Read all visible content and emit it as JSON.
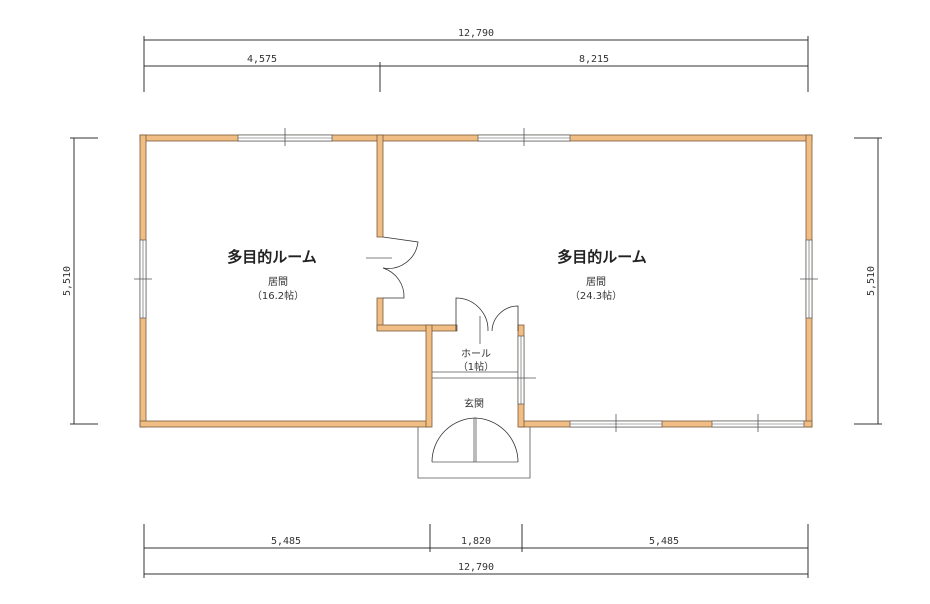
{
  "dimensions": {
    "top_total": "12,790",
    "top_left": "4,575",
    "top_right": "8,215",
    "left_height": "5,510",
    "right_height": "5,510",
    "bottom_left": "5,485",
    "bottom_middle": "1,820",
    "bottom_right": "5,485",
    "bottom_total": "12,790"
  },
  "rooms": {
    "left": {
      "name": "多目的ルーム",
      "sub1": "居間",
      "sub2": "（16.2帖）"
    },
    "right": {
      "name": "多目的ルーム",
      "sub1": "居間",
      "sub2": "（24.3帖）"
    },
    "hall": {
      "name": "ホール",
      "sub": "（1帖）"
    },
    "entrance": {
      "name": "玄関"
    }
  },
  "colors": {
    "wall": "#f0bd84",
    "line": "#333333"
  }
}
